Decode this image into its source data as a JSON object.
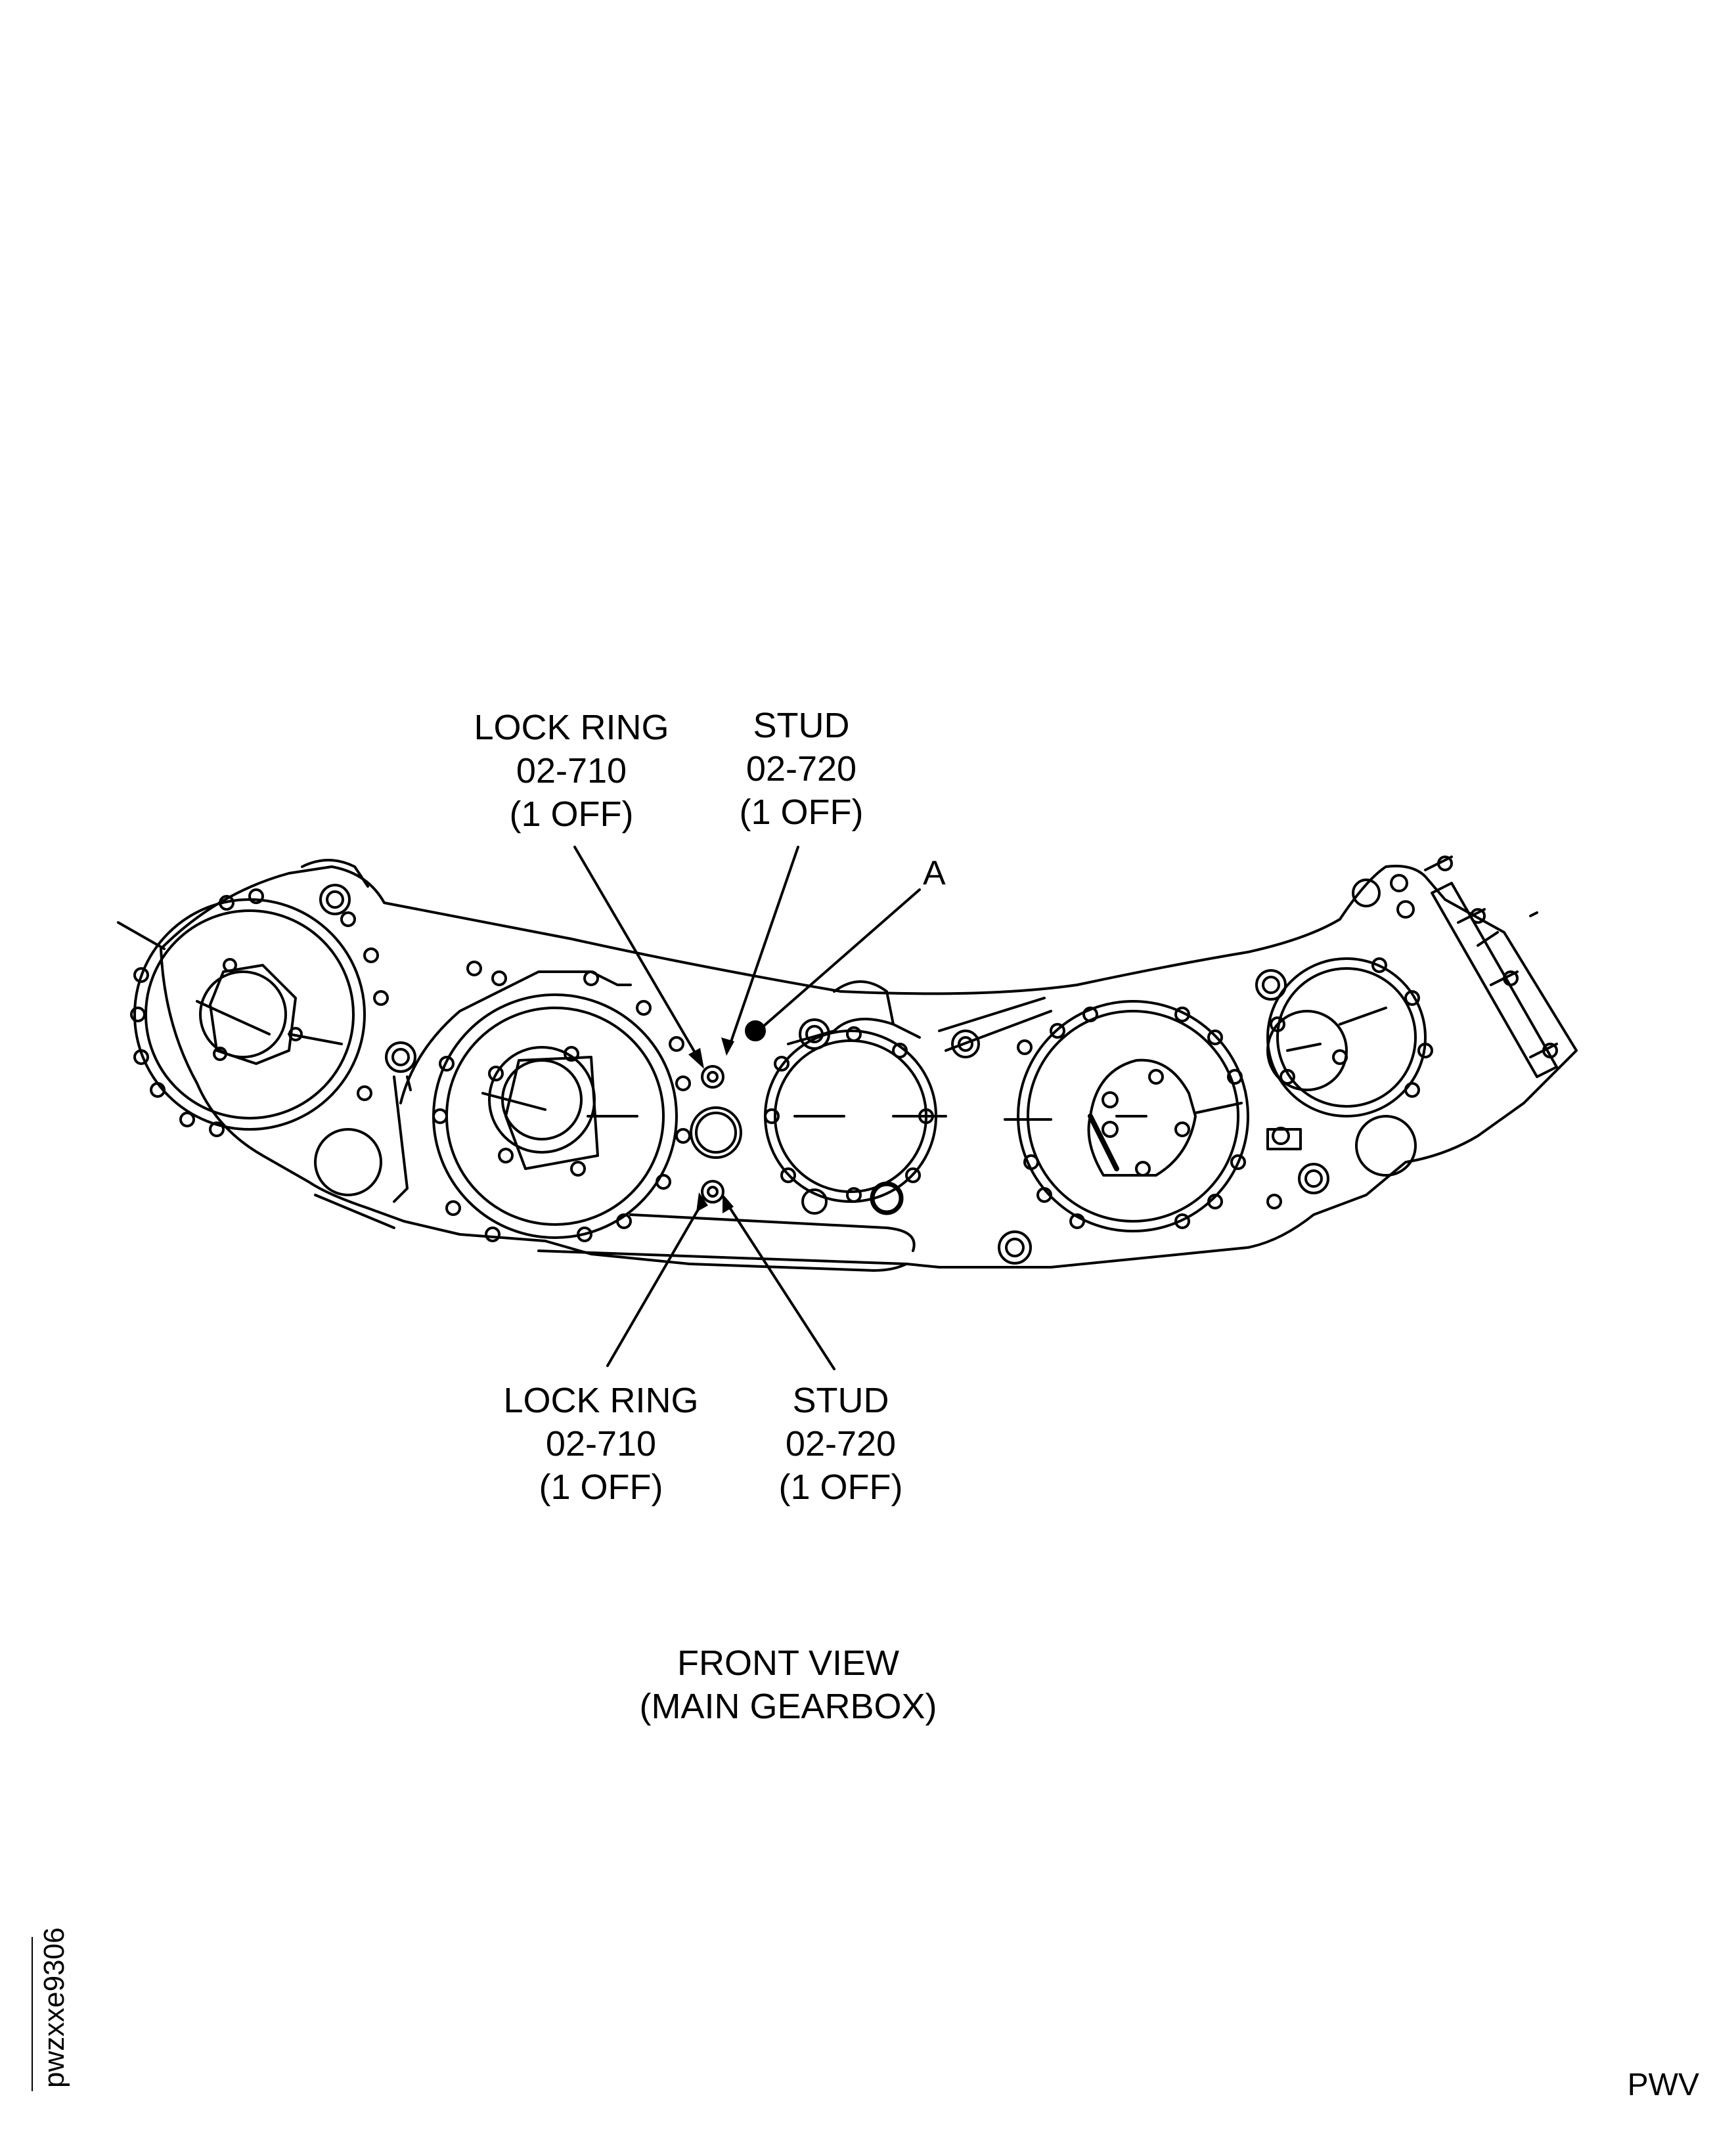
{
  "callouts": {
    "top_left": {
      "name": "LOCK RING",
      "part": "02-710",
      "qty": "(1 OFF)"
    },
    "top_right": {
      "name": "STUD",
      "part": "02-720",
      "qty": "(1 OFF)"
    },
    "bottom_left": {
      "name": "LOCK RING",
      "part": "02-710",
      "qty": "(1 OFF)"
    },
    "bottom_right": {
      "name": "STUD",
      "part": "02-720",
      "qty": "(1 OFF)"
    },
    "detail_letter": "A"
  },
  "title": {
    "line1": "FRONT VIEW",
    "line2": "(MAIN GEARBOX)"
  },
  "figure_id": "pwzxxe9306",
  "corner_code": "PWV"
}
